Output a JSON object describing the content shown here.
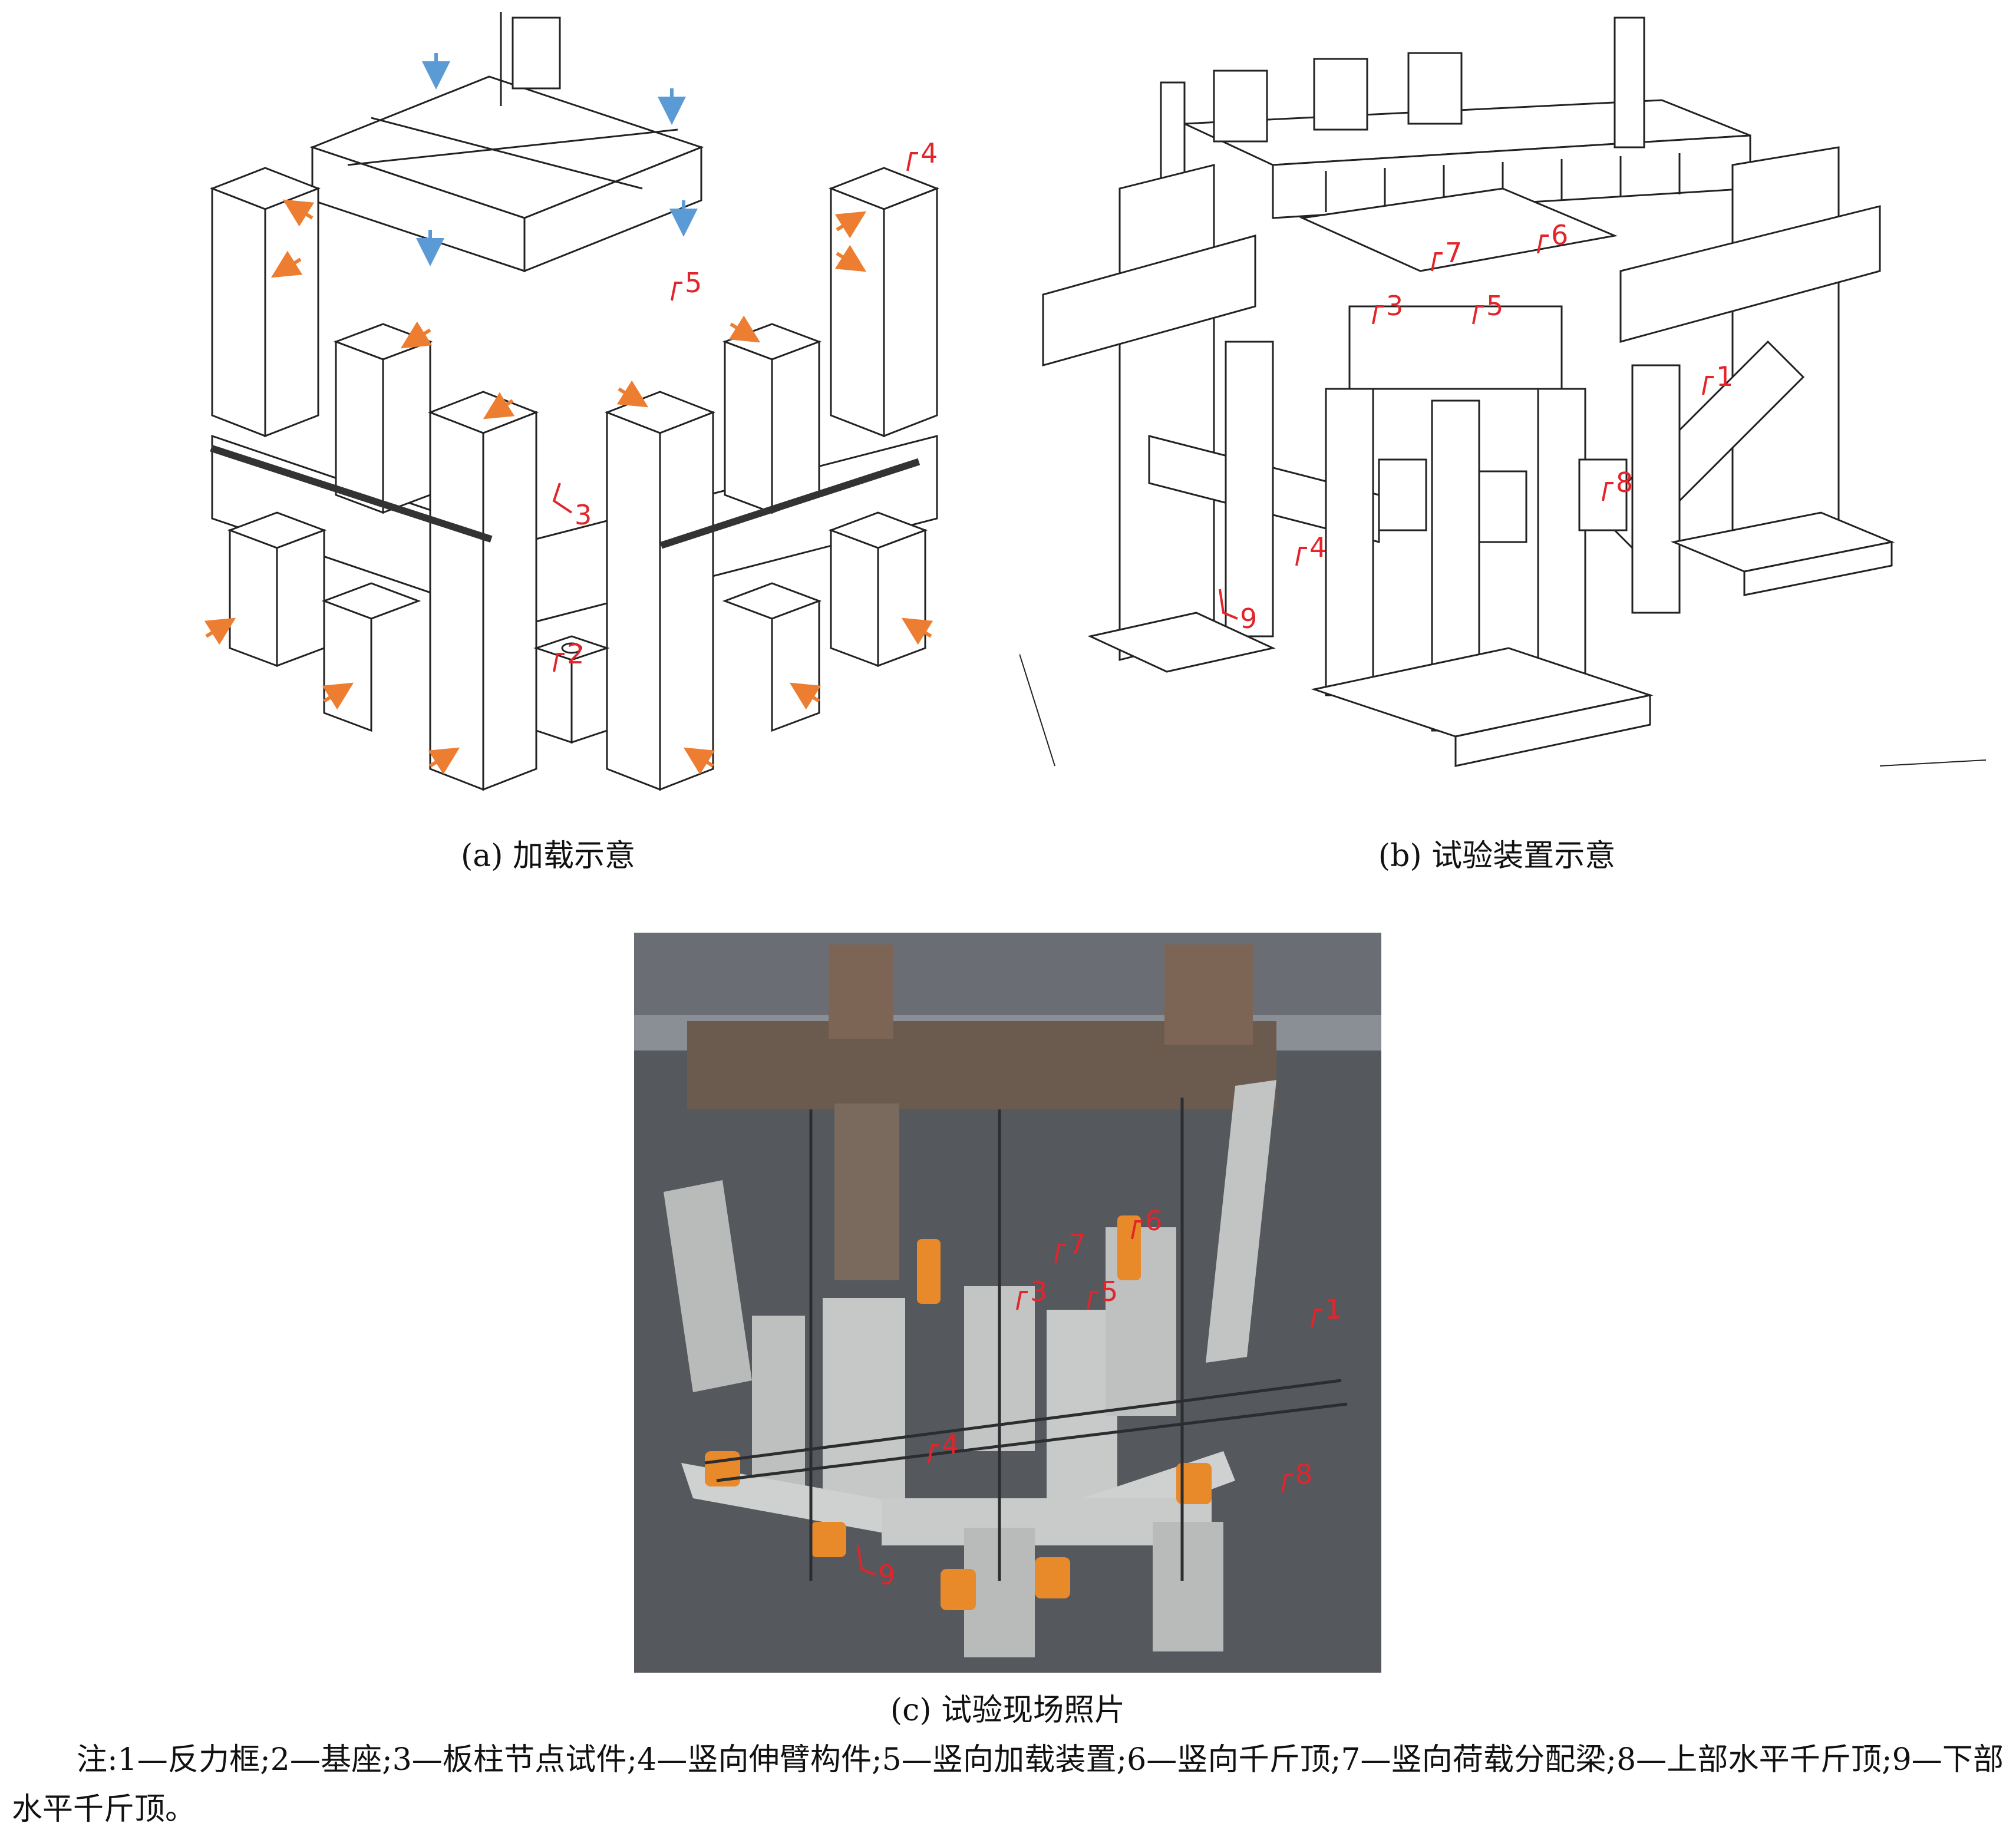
{
  "panel_a": {
    "caption": "(a) 加载示意",
    "labels": [
      "4",
      "5",
      "3",
      "2"
    ]
  },
  "panel_b": {
    "caption": "(b) 试验装置示意",
    "labels": [
      "7",
      "6",
      "3",
      "5",
      "1",
      "8",
      "4",
      "9"
    ]
  },
  "panel_c": {
    "caption": "(c) 试验现场照片",
    "labels": [
      "7",
      "6",
      "3",
      "5",
      "1",
      "4",
      "8",
      "9"
    ]
  },
  "note": "注:1—反力框;2—基座;3—板柱节点试件;4—竖向伸臂构件;5—竖向加载装置;6—竖向千斤顶;7—竖向荷载分配梁;8—上部水平千斤顶;9—下部水平千斤顶。",
  "colors": {
    "label_red": "#e3242b",
    "arrow_orange": "#ed7d31",
    "arrow_blue": "#5b9bd5",
    "jack_orange": "#e8892a"
  }
}
